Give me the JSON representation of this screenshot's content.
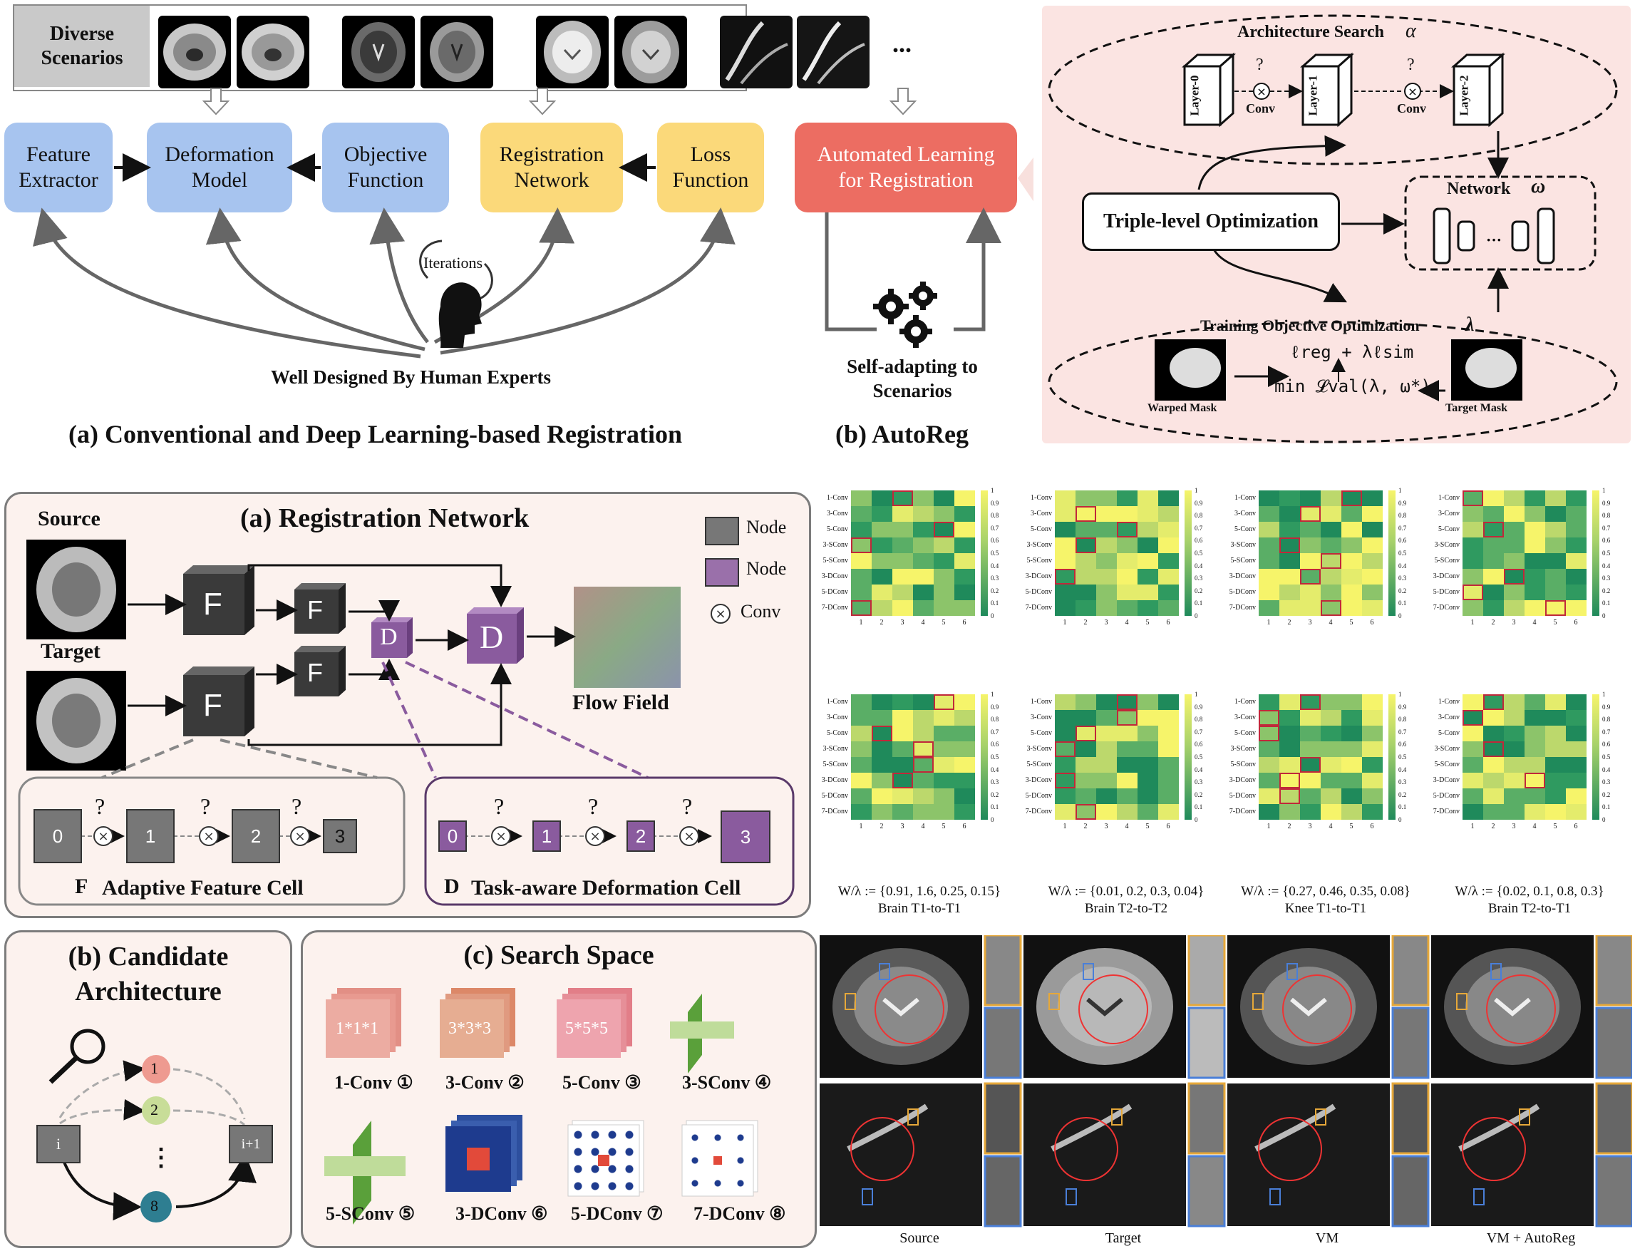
{
  "top": {
    "scenarios_label": "Diverse\nScenarios",
    "ellipsis": "...",
    "conv": {
      "feature_extractor": "Feature\nExtractor",
      "deformation_model": "Deformation\nModel",
      "objective_function": "Objective\nFunction",
      "registration_network": "Registration\nNetwork",
      "loss_function": "Loss\nFunction",
      "iterations": "Iterations",
      "experts": "Well Designed By Human Experts",
      "caption": "(a) Conventional and Deep Learning-based  Registration"
    },
    "auto": {
      "box": "Automated Learning\nfor Registration",
      "self_adapting": "Self-adapting to\nScenarios",
      "caption": "(b) AutoReg"
    },
    "search": {
      "arch_search": "Architecture Search",
      "alpha": "α",
      "layers": [
        "Layer-0",
        "Layer-1",
        "Layer-2"
      ],
      "conv": "Conv",
      "q": "?",
      "network": "Network",
      "omega": "ω",
      "triple": "Triple-level Optimization",
      "training_obj": "Training Objective Optimization",
      "lambda": "λ",
      "formula1": "ℓreg + λℓsim",
      "formula2": "min 𝓛val(λ, ω*)",
      "warped_mask": "Warped Mask",
      "target_mask": "Target Mask"
    }
  },
  "regnet": {
    "title": "(a) Registration Network",
    "source": "Source",
    "target": "Target",
    "F": "F",
    "D": "D",
    "flow": "Flow Field",
    "legend_node1": "Node",
    "legend_node2": "Node",
    "legend_conv": "Conv",
    "feature_cells": [
      "0",
      "1",
      "2",
      "3"
    ],
    "deform_cells": [
      "0",
      "1",
      "2",
      "3"
    ],
    "feature_caption_letter": "F",
    "feature_caption": "Adaptive Feature Cell",
    "deform_caption_letter": "D",
    "deform_caption": "Task-aware Deformation Cell",
    "q": "?"
  },
  "candidate": {
    "title": "(b) Candidate\nArchitecture",
    "nodes": [
      "1",
      "2",
      "8"
    ],
    "i": "i",
    "i1": "i+1",
    "dots": "⋮"
  },
  "search_space": {
    "title": "(c) Search Space",
    "items": [
      {
        "label": "1-Conv",
        "num": "①",
        "glyph": "1*1*1"
      },
      {
        "label": "3-Conv",
        "num": "②",
        "glyph": "3*3*3"
      },
      {
        "label": "5-Conv",
        "num": "③",
        "glyph": "5*5*5"
      },
      {
        "label": "3-SConv",
        "num": "④",
        "glyph": ""
      },
      {
        "label": "5-SConv",
        "num": "⑤",
        "glyph": ""
      },
      {
        "label": "3-DConv",
        "num": "⑥",
        "glyph": ""
      },
      {
        "label": "5-DConv",
        "num": "⑦",
        "glyph": ""
      },
      {
        "label": "7-DConv",
        "num": "⑧",
        "glyph": ""
      }
    ]
  },
  "heatmaps": {
    "row_labels": [
      "1-Conv",
      "3-Conv",
      "5-Conv",
      "3-SConv",
      "5-SConv",
      "3-DConv",
      "5-DConv",
      "7-DConv"
    ],
    "col_labels": [
      "1",
      "2",
      "3",
      "4",
      "5",
      "6"
    ],
    "colorbar_ticks": [
      "1",
      "0.9",
      "0.8",
      "0.7",
      "0.6",
      "0.5",
      "0.4",
      "0.3",
      "0.2",
      "0.1",
      "0"
    ],
    "columns": [
      {
        "weights": "W/λ := {0.91, 1.6, 0.25, 0.15}",
        "name": "Brain T1-to-T1"
      },
      {
        "weights": "W/λ := {0.01, 0.2, 0.3, 0.04}",
        "name": "Brain T2-to-T2"
      },
      {
        "weights": "W/λ := {0.27, 0.46, 0.35, 0.08}",
        "name": "Knee T1-to-T1"
      },
      {
        "weights": "W/λ := {0.02, 0.1, 0.8, 0.3}",
        "name": "Brain T2-to-T1"
      }
    ]
  },
  "mri": {
    "labels": [
      "Source",
      "Target",
      "VM",
      "VM + AutoReg"
    ]
  },
  "colors": {
    "blue": "#a7c4ef",
    "yellow": "#fbd97a",
    "red": "#ec6d62",
    "pink_panel": "#fbe4e2",
    "purple": "#8a5b9e",
    "dark_cell": "#555555"
  }
}
